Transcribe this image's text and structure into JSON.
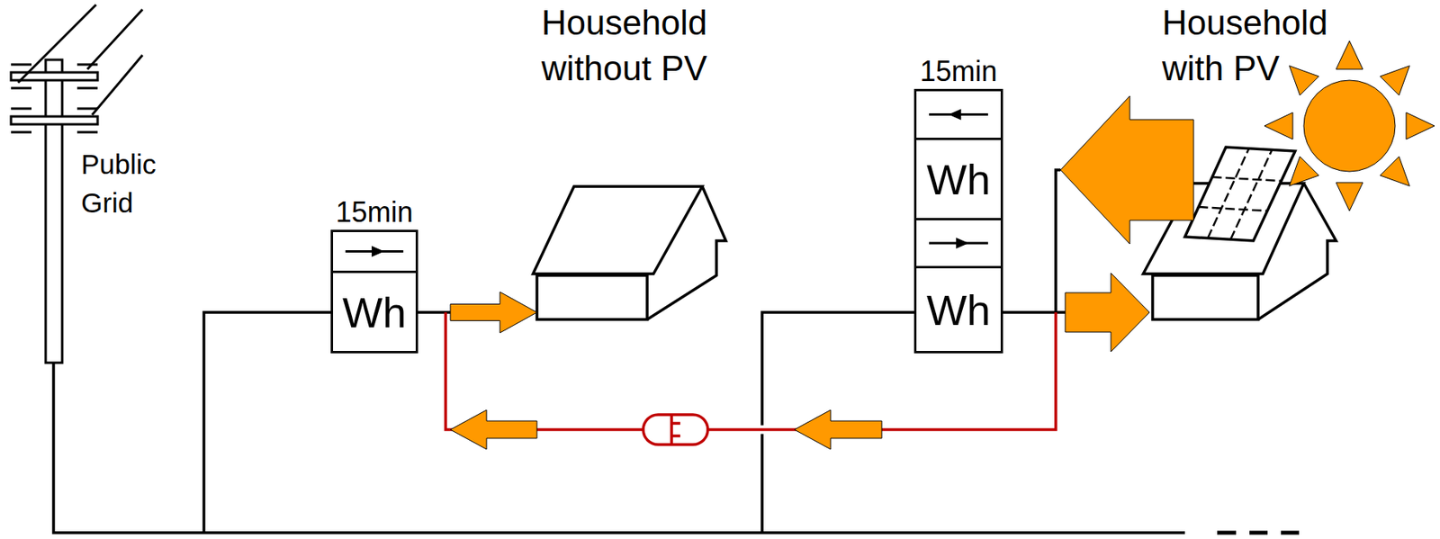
{
  "diagram": {
    "nodes": [
      {
        "text": [
          "15min",
          "Wh"
        ]
      },
      {
        "text": [
          "Household without PV"
        ]
      },
      {
        "text": [
          "15min",
          "Wh"
        ]
      },
      {
        "text": [
          "Wh"
        ]
      },
      {
        "text": [
          "Household with PV"
        ]
      }
    ],
    "edges": [
      {
        "from": 0,
        "to": 1,
        "arrow": "to"
      },
      {
        "from": 3,
        "to": 4,
        "arrow": "to"
      },
      {
        "from": 4,
        "to": 2,
        "arrow": "to"
      }
    ],
    "labels": [
      "Public Grid"
    ]
  }
}
